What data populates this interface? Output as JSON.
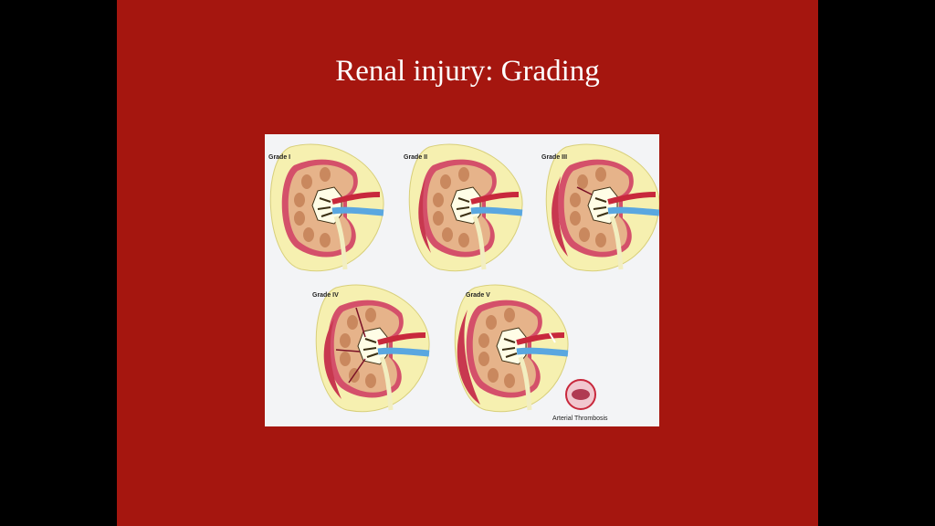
{
  "slide": {
    "title": "Renal injury: Grading",
    "colors": {
      "background": "#a5160f",
      "frame": "#000000",
      "figure_bg": "#f3f4f6"
    }
  },
  "figure": {
    "panels": [
      {
        "label": "Grade I"
      },
      {
        "label": "Grade II"
      },
      {
        "label": "Grade III"
      },
      {
        "label": "Grade IV"
      },
      {
        "label": "Grade V"
      }
    ],
    "inset_caption": "Arterial Thrombosis"
  }
}
